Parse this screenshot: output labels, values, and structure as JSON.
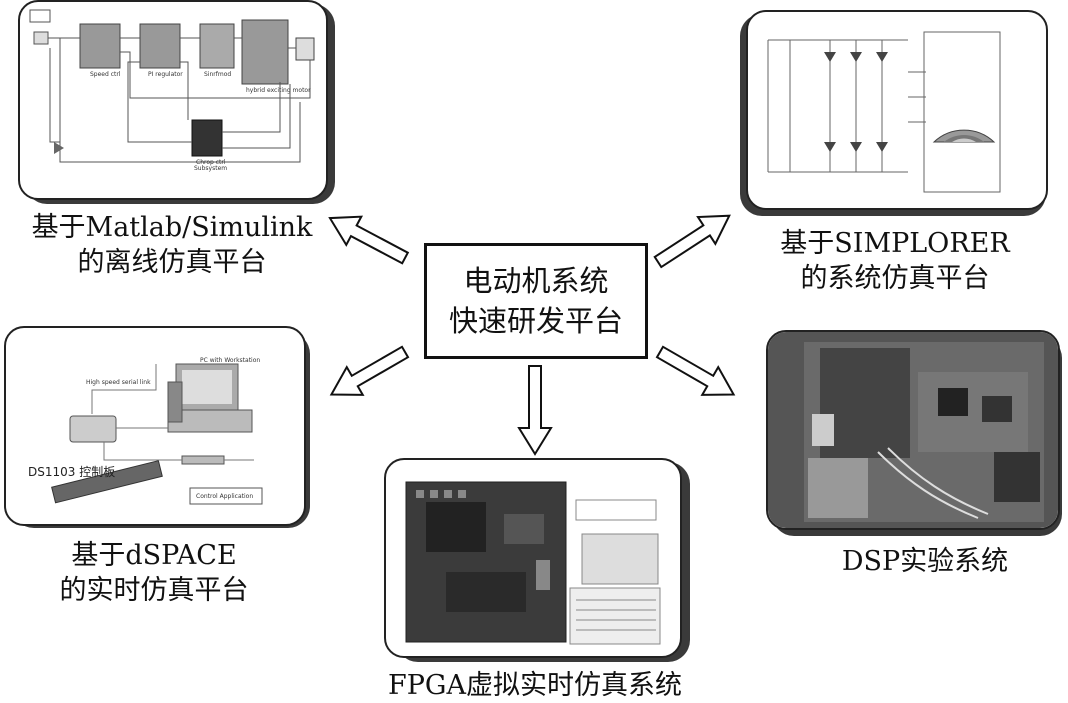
{
  "center": {
    "line1": "电动机系统",
    "line2": "快速研发平台"
  },
  "matlab": {
    "line1": "基于Matlab/Simulink",
    "line2": "的离线仿真平台"
  },
  "simplorer": {
    "line1": "基于SIMPLORER",
    "line2": "的系统仿真平台"
  },
  "dspace": {
    "line1": "基于dSPACE",
    "line2": "的实时仿真平台",
    "board_label": "DS1103 控制板"
  },
  "fpga": {
    "line1": "FPGA虚拟实时仿真系统"
  },
  "dsp": {
    "line1": "DSP实验系统"
  }
}
